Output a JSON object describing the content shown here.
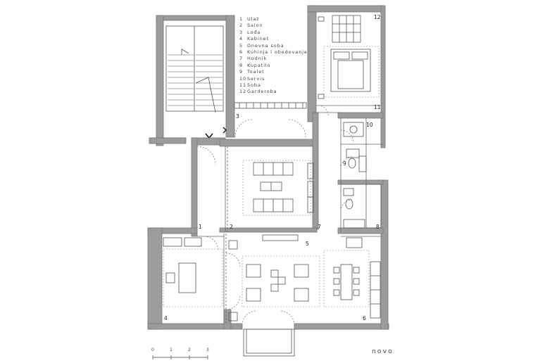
{
  "legend": [
    {
      "num": "1",
      "name": "Ulaz"
    },
    {
      "num": "2",
      "name": "Salon"
    },
    {
      "num": "3",
      "name": "Lođa"
    },
    {
      "num": "4",
      "name": "Kabinet"
    },
    {
      "num": "5",
      "name": "Dnevna soba"
    },
    {
      "num": "6",
      "name": "Kuhinja i obedovanje"
    },
    {
      "num": "7",
      "name": "Hodnik"
    },
    {
      "num": "8",
      "name": "Kupatilo"
    },
    {
      "num": "9",
      "name": "Toalet"
    },
    {
      "num": "10",
      "name": "Servis"
    },
    {
      "num": "11",
      "name": "Soba"
    },
    {
      "num": "12",
      "name": "Garderoba"
    }
  ],
  "room_labels": {
    "r1": "1",
    "r2": "2",
    "r3": "3",
    "r4": "4",
    "r5": "5",
    "r6": "6",
    "r7": "7",
    "r8": "8",
    "r9": "9",
    "r10": "10",
    "r11": "11",
    "r12": "12"
  },
  "scale": [
    "0",
    "1",
    "2",
    "3"
  ],
  "title": "novo",
  "colors": {
    "wall": "#9c9c9c",
    "line": "#555555",
    "light": "#aaaaaa"
  }
}
